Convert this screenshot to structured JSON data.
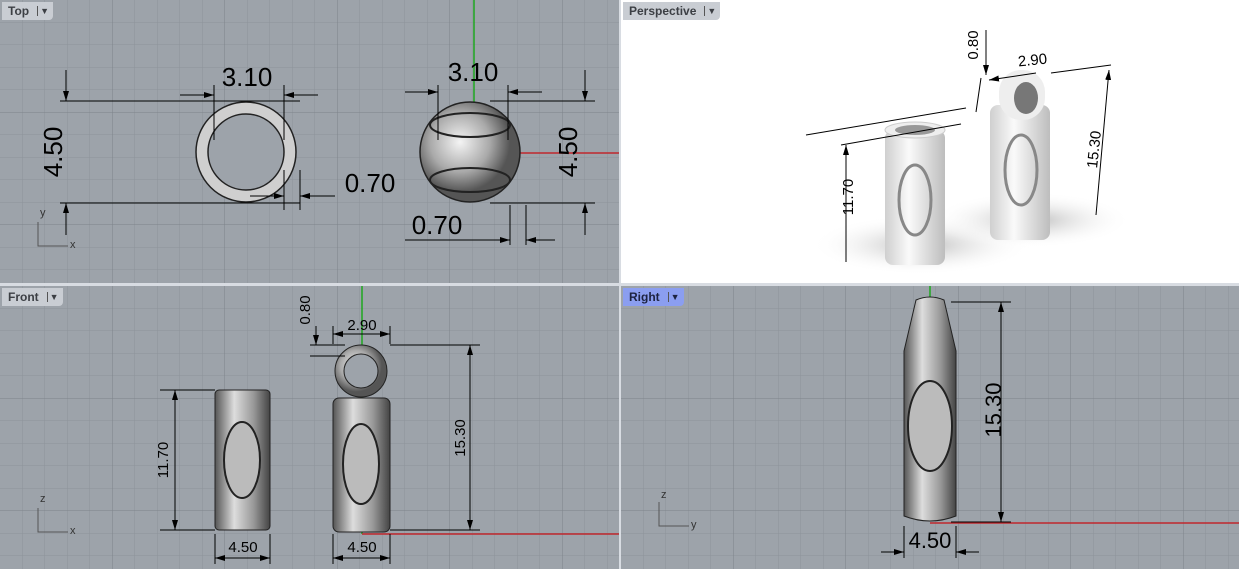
{
  "viewports": {
    "top": {
      "label": "Top",
      "dims": {
        "ring_height": "4.50",
        "ring_width": "3.10",
        "ring_wall": "0.70",
        "sphere_width": "3.10",
        "sphere_height": "4.50",
        "sphere_wall": "0.70"
      },
      "axes": {
        "v": "y",
        "h": "x"
      }
    },
    "perspective": {
      "label": "Perspective",
      "dims": {
        "loop": "0.80",
        "loop_width": "2.90",
        "height_right": "15.30",
        "height_left": "11.70"
      }
    },
    "front": {
      "label": "Front",
      "dims": {
        "loop": "0.80",
        "loop_width": "2.90",
        "height_right": "15.30",
        "height_left": "11.70",
        "width_left": "4.50",
        "width_right": "4.50"
      },
      "axes": {
        "v": "z",
        "h": "x"
      }
    },
    "right": {
      "label": "Right",
      "active": true,
      "dims": {
        "height": "15.30",
        "width": "4.50"
      },
      "axes": {
        "v": "z",
        "h": "y"
      }
    }
  },
  "colors": {
    "viewport_bg": "#9da3aa",
    "active_label": "#8b9ef0",
    "x_axis": "#c0282c",
    "y_axis": "#1fa81f"
  }
}
